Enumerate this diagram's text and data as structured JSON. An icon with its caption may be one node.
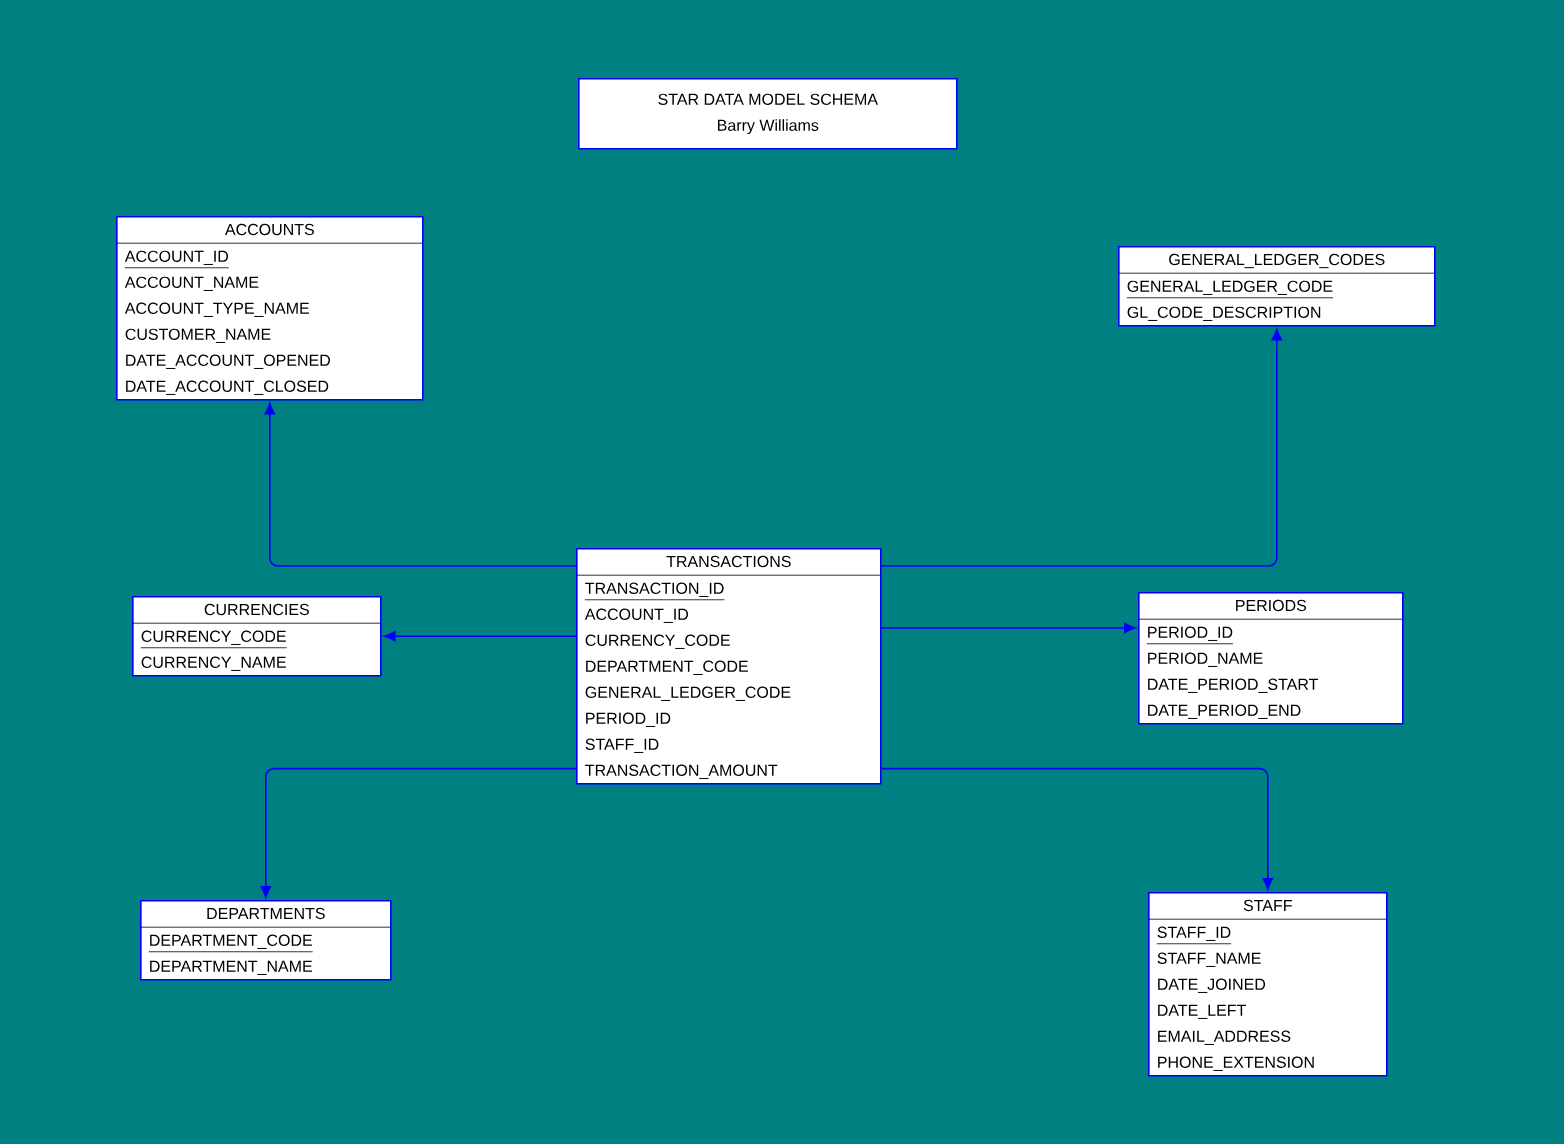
{
  "diagram": {
    "nodes": [
      {
        "text": [
          "STAR DATA MODEL SCHEMA",
          "Barry Williams"
        ]
      },
      {
        "text": [
          "ACCOUNTS",
          "ACCOUNT_ID",
          "ACCOUNT_NAME",
          "ACCOUNT_TYPE_NAME",
          "CUSTOMER_NAME",
          "DATE_ACCOUNT_OPENED",
          "DATE_ACCOUNT_CLOSED"
        ]
      },
      {
        "text": [
          "GENERAL_LEDGER_CODES",
          "GENERAL_LEDGER_CODE",
          "GL_CODE_DESCRIPTION"
        ]
      },
      {
        "text": [
          "TRANSACTIONS",
          "TRANSACTION_ID",
          "ACCOUNT_ID",
          "CURRENCY_CODE",
          "DEPARTMENT_CODE",
          "GENERAL_LEDGER_CODE",
          "PERIOD_ID",
          "STAFF_ID",
          "TRANSACTION_AMOUNT"
        ]
      },
      {
        "text": [
          "CURRENCIES",
          "CURRENCY_CODE",
          "CURRENCY_NAME"
        ]
      },
      {
        "text": [
          "PERIODS",
          "PERIOD_ID",
          "PERIOD_NAME",
          "DATE_PERIOD_START",
          "DATE_PERIOD_END"
        ]
      },
      {
        "text": [
          "DEPARTMENTS",
          "DEPARTMENT_CODE",
          "DEPARTMENT_NAME"
        ]
      },
      {
        "text": [
          "STAFF",
          "STAFF_ID",
          "STAFF_NAME",
          "DATE_JOINED",
          "DATE_LEFT",
          "EMAIL_ADDRESS",
          "PHONE_EXTENSION"
        ]
      }
    ],
    "edges": [
      {
        "from": 3,
        "to": 1,
        "arrow": "to"
      },
      {
        "from": 3,
        "to": 2,
        "arrow": "to"
      },
      {
        "from": 3,
        "to": 4,
        "arrow": "to"
      },
      {
        "from": 3,
        "to": 5,
        "arrow": "to"
      },
      {
        "from": 3,
        "to": 6,
        "arrow": "to"
      },
      {
        "from": 3,
        "to": 7,
        "arrow": "to"
      }
    ]
  }
}
